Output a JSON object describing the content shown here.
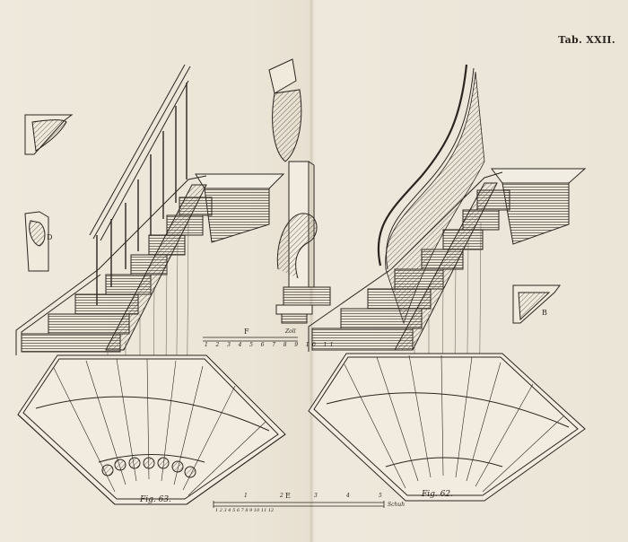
{
  "plate": {
    "tab_label": "Tab. XXII.",
    "fig_left": "Fig. 63.",
    "fig_right": "Fig. 62.",
    "letters": {
      "F": "F",
      "E": "E",
      "D": "D",
      "B": "B"
    },
    "scale_upper": {
      "numbers": [
        "1",
        "2",
        "3",
        "4",
        "5",
        "6",
        "7",
        "8",
        "9",
        "10",
        "11"
      ],
      "unit": "Zoll"
    },
    "scale_lower": {
      "numbers": [
        "1",
        "2",
        "3",
        "4",
        "5"
      ],
      "unit": "Schuh",
      "sub": "1 2 3 4 5 6 7 8 9 10 11 12"
    },
    "ink_color": "#2a2520",
    "paper_color": "#ece7da"
  }
}
